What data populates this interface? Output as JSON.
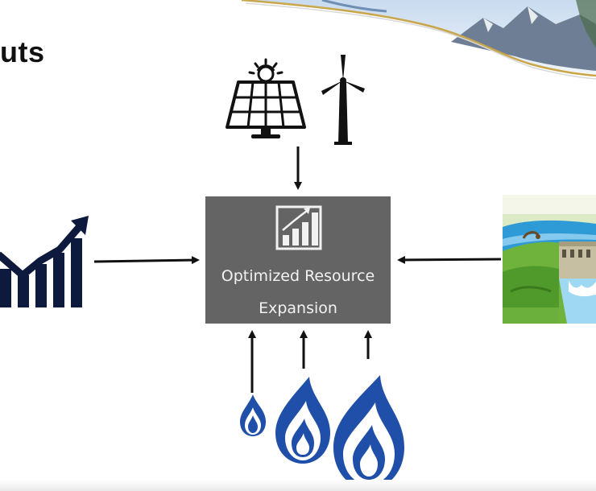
{
  "slide": {
    "title": "uts"
  },
  "center_node": {
    "line1": "Optimized Resource",
    "line2": "Expansion"
  },
  "icons": {
    "top_left": "solar-panel-icon",
    "top_right": "wind-turbine-icon",
    "left": "growth-chart-icon",
    "right": "hydro-dam-icon",
    "bottom": [
      "gas-flame-icon",
      "gas-flame-icon",
      "gas-flame-icon"
    ],
    "center": "bar-chart-icon"
  },
  "colors": {
    "box": "#646464",
    "navy": "#0d1a3d",
    "flame_blue": "#1f4fa8"
  }
}
